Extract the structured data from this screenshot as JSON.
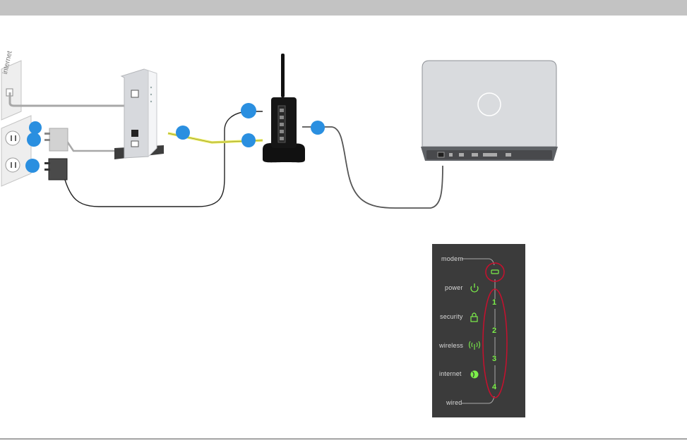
{
  "wall_plate": {
    "label": "internet"
  },
  "led_panel": {
    "labels": {
      "modem": "modem",
      "power": "power",
      "security": "security",
      "wireless": "wireless",
      "internet": "internet",
      "wired": "wired"
    },
    "ports": [
      "1",
      "2",
      "3",
      "4"
    ]
  },
  "colors": {
    "header_band": "#c3c3c3",
    "step_marker": "#2a8fe0",
    "ethernet_yellow": "#e7e85a",
    "led_green": "#7cf04a",
    "highlight_red": "#c8102e",
    "panel_bg": "#3b3b3b"
  }
}
